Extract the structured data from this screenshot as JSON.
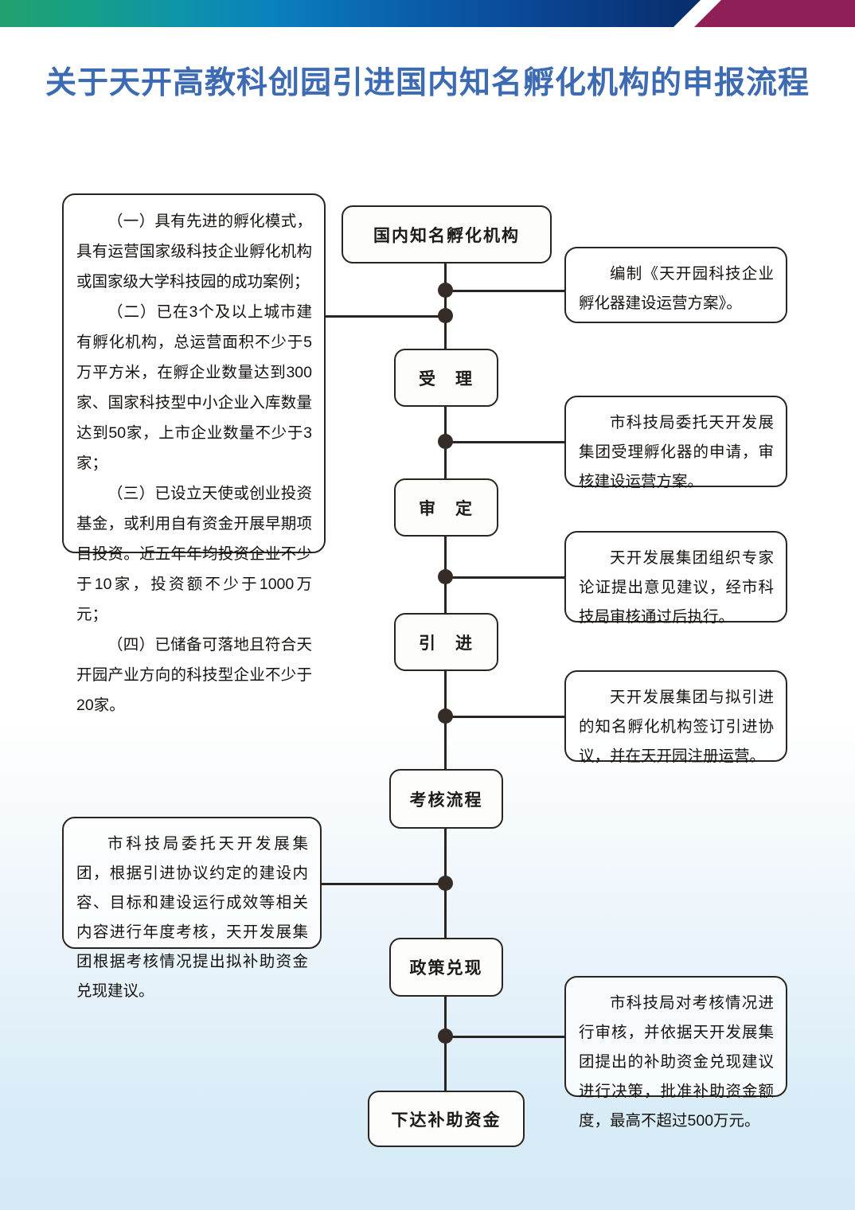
{
  "banner": {
    "gradient_start": "#23a06f",
    "gradient_end": "#082d6b",
    "accent_color": "#8e1f57"
  },
  "page": {
    "title": "关于天开高教科创园引进国内知名孵化机构的申报流程",
    "title_color": "#3c6ab3"
  },
  "flow": {
    "nodes": [
      {
        "id": "node-1",
        "label": "国内知名孵化机构"
      },
      {
        "id": "node-2",
        "label": "受　理"
      },
      {
        "id": "node-3",
        "label": "审　定"
      },
      {
        "id": "node-4",
        "label": "引　进"
      },
      {
        "id": "node-5",
        "label": "考核流程"
      },
      {
        "id": "node-6",
        "label": "政策兑现"
      },
      {
        "id": "node-7",
        "label": "下达补助资金"
      }
    ]
  },
  "notes": {
    "conditions": {
      "lines": [
        "（一）具有先进的孵化模式，具有运营国家级科技企业孵化机构或国家级大学科技园的成功案例；",
        "（二）已在3个及以上城市建有孵化机构，总运营面积不少于5万平方米，在孵企业数量达到300家、国家科技型中小企业入库数量达到50家，上市企业数量不少于3家；",
        "（三）已设立天使或创业投资基金，或利用自有资金开展早期项目投资。近五年年均投资企业不少于10家，投资额不少于1000万元；",
        "（四）已储备可落地且符合天开园产业方向的科技型企业不少于20家。"
      ]
    },
    "right_1": "编制《天开园科技企业孵化器建设运营方案》。",
    "right_2": "市科技局委托天开发展集团受理孵化器的申请，审核建设运营方案。",
    "right_3": "天开发展集团组织专家论证提出意见建议，经市科技局审核通过后执行。",
    "right_4": "天开发展集团与拟引进的知名孵化机构签订引进协议，并在天开园注册运营。",
    "right_5": "市科技局对考核情况进行审核，并依据天开发展集团提出的补助资金兑现建议进行决策，批准补助资金额度，最高不超过500万元。",
    "left_bottom": "市科技局委托天开发展集团，根据引进协议约定的建设内容、目标和建设运行成效等相关内容进行年度考核，天开发展集团根据考核情况提出拟补助资金兑现建议。"
  }
}
